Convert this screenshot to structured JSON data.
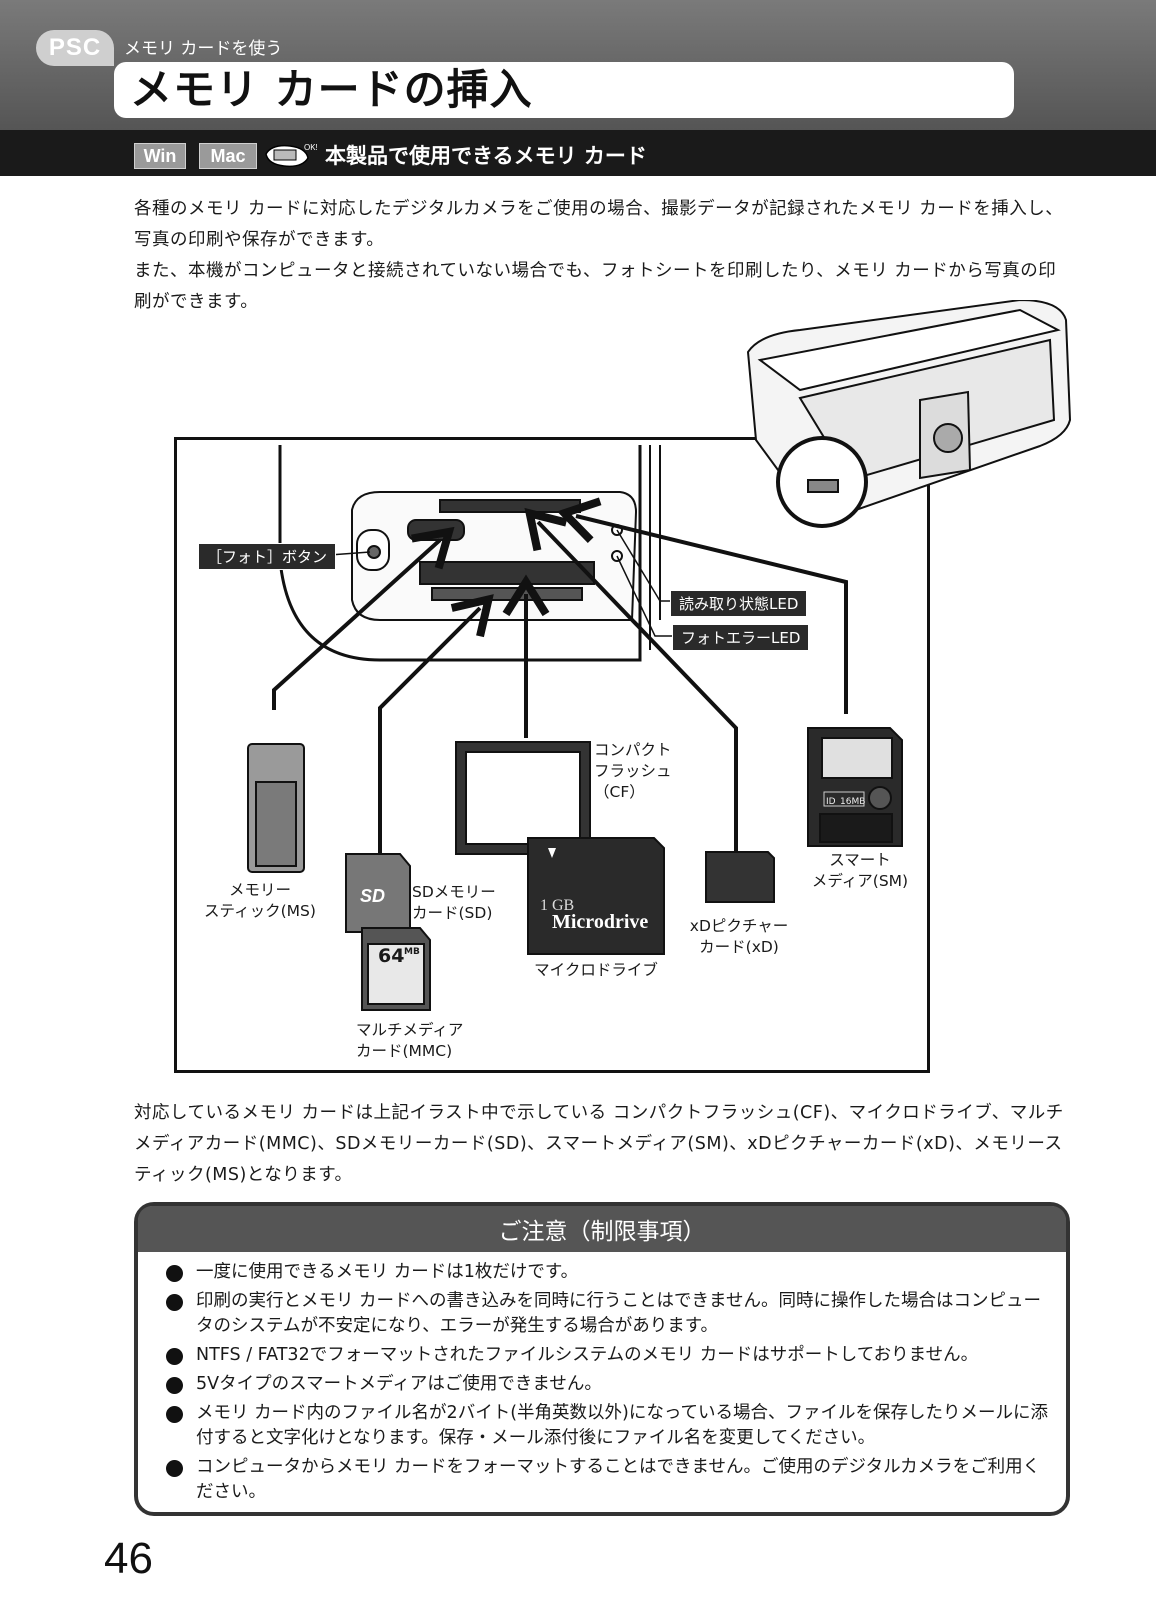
{
  "header": {
    "tab_label": "PSC",
    "section": "メモリ カードを使う",
    "title": "メモリ カードの挿入",
    "os_badges": [
      "Win",
      "Mac"
    ],
    "subheading": "本製品で使用できるメモリ カード"
  },
  "intro": {
    "p1": "各種のメモリ カードに対応したデジタルカメラをご使用の場合、撮影データが記録されたメモリ カードを挿入し、写真の印刷や保存ができます。",
    "p2": "また、本機がコンピュータと接続されていない場合でも、フォトシートを印刷したり、メモリ カードから写真の印刷ができます。"
  },
  "figure": {
    "callouts": {
      "photo_button": "［フォト］ボタン",
      "read_led": "読み取り状態LED",
      "error_led": "フォトエラーLED"
    },
    "cards": {
      "ms": [
        "メモリー",
        "スティック(MS)"
      ],
      "sd": [
        "SDメモリー",
        "カード(SD)"
      ],
      "cf": [
        "コンパクト",
        "フラッシュ",
        "（CF）"
      ],
      "microdrive": [
        "マイクロドライブ"
      ],
      "xd": [
        "xDピクチャー",
        "カード(xD)"
      ],
      "sm": [
        "スマート",
        "メディア(SM)"
      ],
      "mmc": [
        "マルチメディア",
        "カード(MMC)"
      ]
    },
    "card_prints": {
      "microdrive_cap": "1 GB",
      "microdrive_brand": "Microdrive",
      "mmc_cap": "64",
      "mmc_unit": "MB",
      "sm_cap": "16MB",
      "sm_id": "ID"
    }
  },
  "summary": "対応しているメモリ カードは上記イラスト中で示している コンパクトフラッシュ(CF)、マイクロドライブ、マルチメディアカード(MMC)、SDメモリーカード(SD)、スマートメディア(SM)、xDピクチャーカード(xD)、メモリースティック(MS)となります。",
  "caution": {
    "title": "ご注意（制限事項）",
    "items": [
      "一度に使用できるメモリ カードは1枚だけです。",
      "印刷の実行とメモリ カードへの書き込みを同時に行うことはできません。同時に操作した場合はコンピュータのシステムが不安定になり、エラーが発生する場合があります。",
      "NTFS / FAT32でフォーマットされたファイルシステムのメモリ カードはサポートしておりません。",
      "5Vタイプのスマートメディアはご使用できません。",
      "メモリ カード内のファイル名が2バイト(半角英数以外)になっている場合、ファイルを保存したりメールに添付すると文字化けとなります。保存・メール添付後にファイル名を変更してください。",
      "コンピュータからメモリ カードをフォーマットすることはできません。ご使用のデジタルカメラをご利用ください。"
    ]
  },
  "page_number": "46"
}
